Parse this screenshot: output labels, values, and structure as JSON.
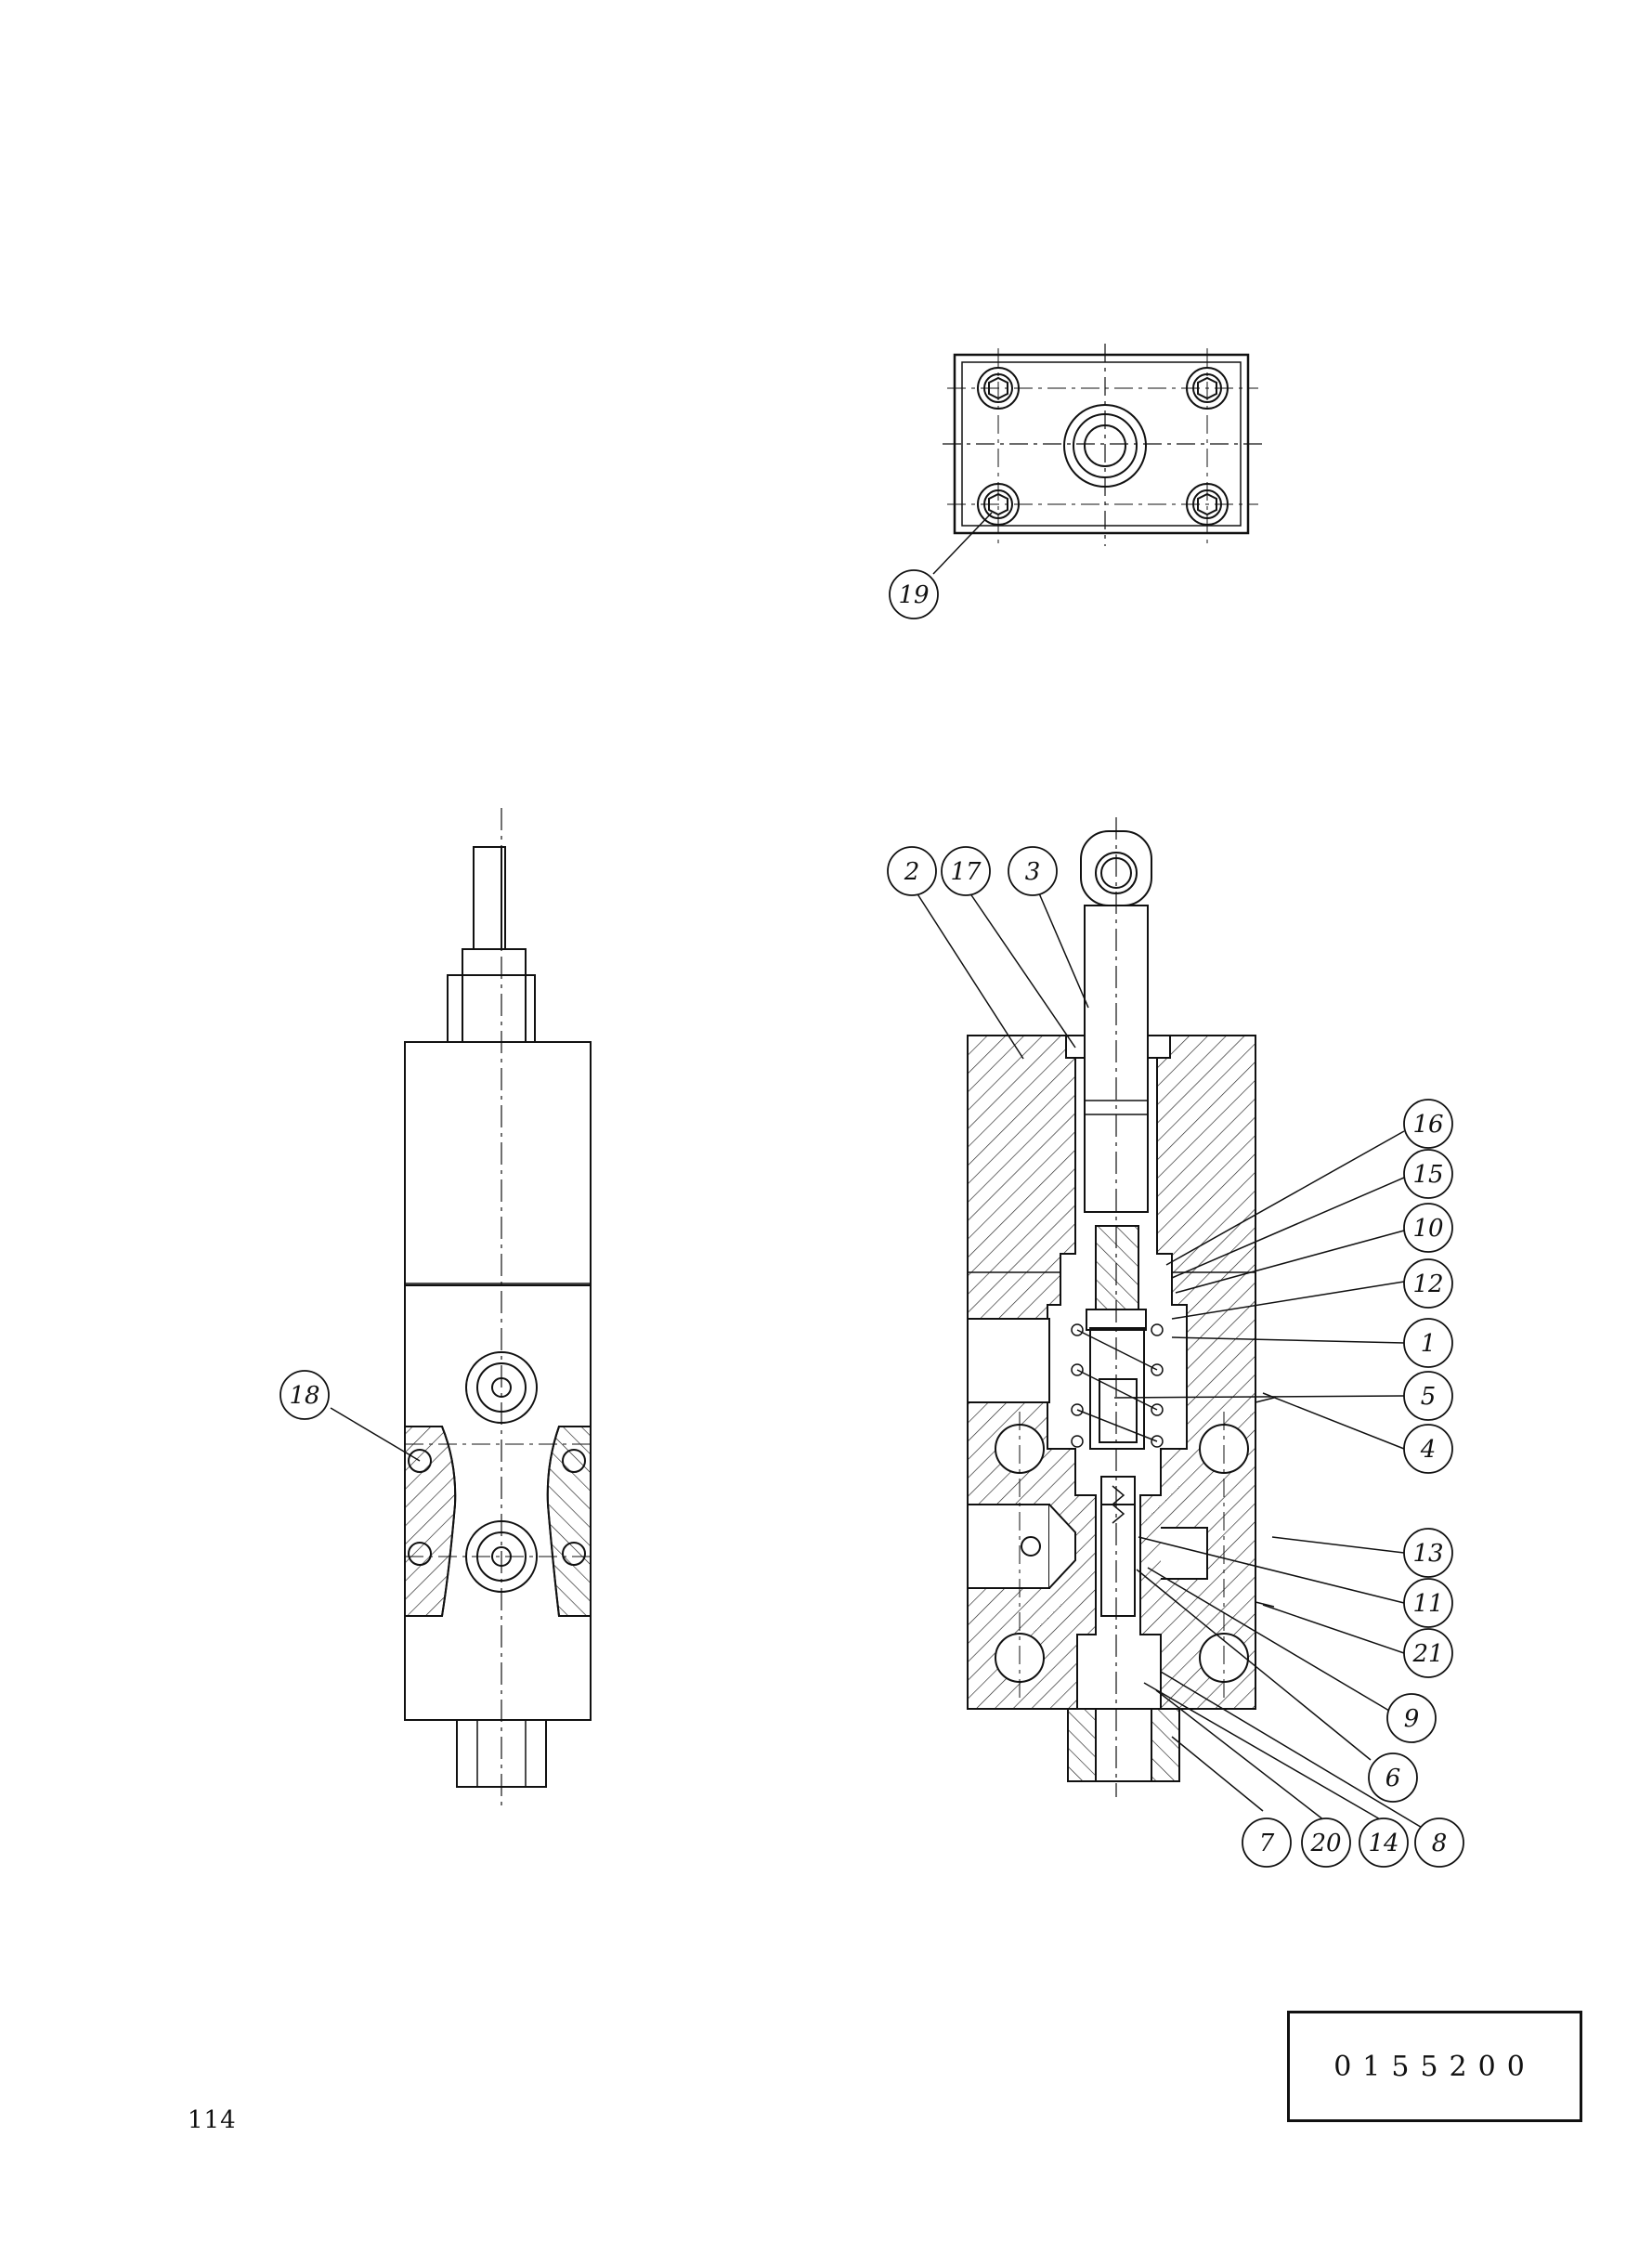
{
  "page_number": "114",
  "drawing_number": "0155200",
  "callouts": {
    "top_view": [
      "19"
    ],
    "side_view": [
      "18"
    ],
    "section_left": [
      "2",
      "17",
      "3"
    ],
    "section_right": [
      "16",
      "15",
      "10",
      "12",
      "1",
      "5",
      "4",
      "13",
      "11",
      "21",
      "9",
      "6",
      "8"
    ],
    "section_bottom": [
      "7",
      "20",
      "14"
    ]
  },
  "colors": {
    "line": "#111111",
    "paper": "#ffffff"
  }
}
